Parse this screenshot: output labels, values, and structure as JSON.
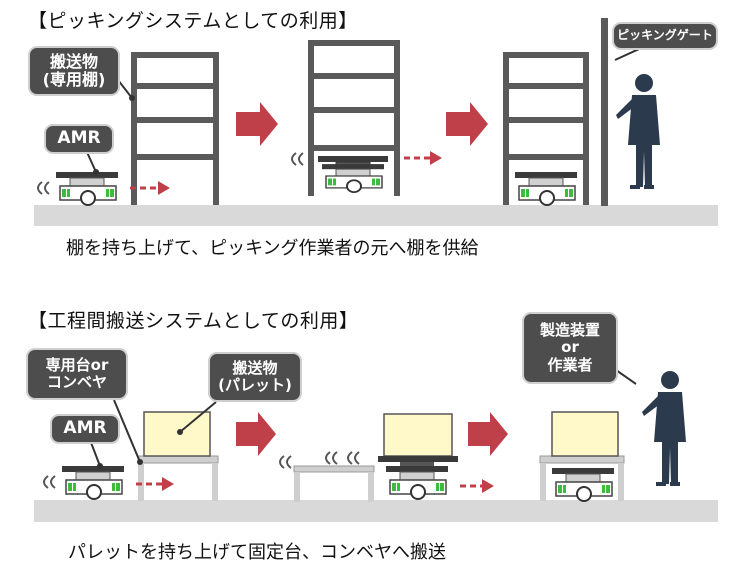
{
  "section1": {
    "title": "【ピッキングシステムとしての利用】",
    "label_cargo_line1": "搬送物",
    "label_cargo_line2": "(専用棚)",
    "label_amr": "AMR",
    "label_gate": "ピッキングゲート",
    "caption": "棚を持ち上げて、ピッキング作業者の元へ棚を供給"
  },
  "section2": {
    "title": "【工程間搬送システムとしての利用】",
    "label_platform_line1": "専用台or",
    "label_platform_line2": "コンベヤ",
    "label_cargo_line1": "搬送物",
    "label_cargo_line2": "(パレット)",
    "label_amr": "AMR",
    "label_equipment_line1": "製造装置",
    "label_equipment_line2": "or",
    "label_equipment_line3": "作業者",
    "caption": "パレットを持ち上げて固定台、コンベヤへ搬送"
  },
  "colors": {
    "shelf": "#5a5a5a",
    "floor": "#d9d9d9",
    "arrow": "#c0404a",
    "pallet": "#fff8c8",
    "person": "#2b3a4d",
    "bubble": "#4d4d4d",
    "amr_led": "#3dbb3d"
  }
}
